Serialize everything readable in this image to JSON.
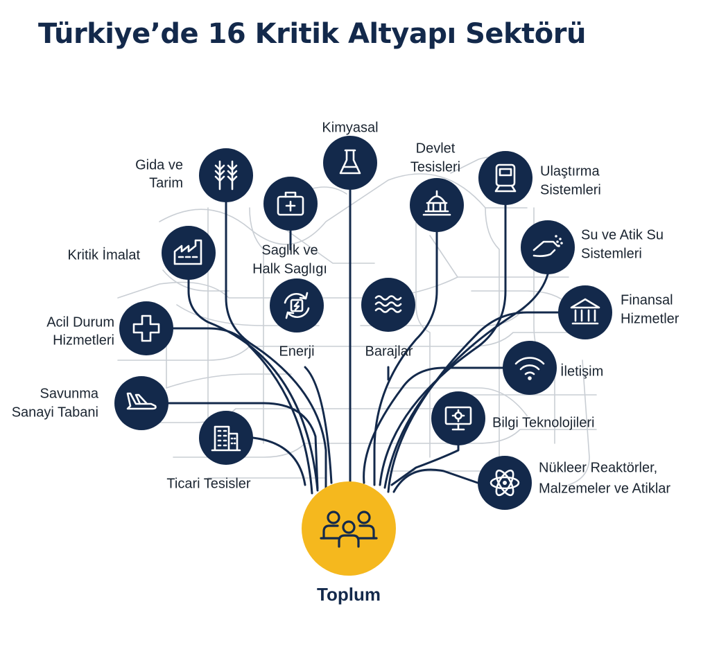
{
  "title": "Türkiye’de 16 Kritik Altyapı Sektörü",
  "center": {
    "label": "Toplum",
    "icon": "people-icon"
  },
  "colors": {
    "node": "#13294b",
    "center": "#f5b81e",
    "grid": "#c9ced4",
    "line": "#13294b"
  },
  "sectors": [
    {
      "id": "gida",
      "lines": [
        "Gida ve",
        "Tarim"
      ],
      "icon": "wheat-icon"
    },
    {
      "id": "saglik",
      "lines": [
        "Saglik ve",
        "Halk Saglıgı"
      ],
      "icon": "medkit-icon"
    },
    {
      "id": "kimyasal",
      "lines": [
        "Kimyasal"
      ],
      "icon": "flask-icon"
    },
    {
      "id": "devlet",
      "lines": [
        "Devlet",
        "Tesisleri"
      ],
      "icon": "capitol-icon"
    },
    {
      "id": "ulastirma",
      "lines": [
        "Ulaştırma",
        "Sistemleri"
      ],
      "icon": "train-icon"
    },
    {
      "id": "su",
      "lines": [
        "Su ve Atik Su",
        "Sistemleri"
      ],
      "icon": "water-tap-icon"
    },
    {
      "id": "imalat",
      "lines": [
        "Kritik İmalat"
      ],
      "icon": "factory-icon"
    },
    {
      "id": "finans",
      "lines": [
        "Finansal",
        "Hizmetler"
      ],
      "icon": "bank-icon"
    },
    {
      "id": "acil",
      "lines": [
        "Acil Durum",
        "Hizmetleri"
      ],
      "icon": "cross-icon"
    },
    {
      "id": "enerji",
      "lines": [
        "Enerji"
      ],
      "icon": "energy-cycle-icon"
    },
    {
      "id": "barajlar",
      "lines": [
        "Barajlar"
      ],
      "icon": "waves-icon"
    },
    {
      "id": "iletisim",
      "lines": [
        "İletişim"
      ],
      "icon": "wifi-icon"
    },
    {
      "id": "savunma",
      "lines": [
        "Savunma",
        "Sanayi Tabani"
      ],
      "icon": "airplane-icon"
    },
    {
      "id": "bilgi",
      "lines": [
        "Bilgi Teknolojileri"
      ],
      "icon": "monitor-gear-icon"
    },
    {
      "id": "ticari",
      "lines": [
        "Ticari Tesisler"
      ],
      "icon": "building-icon"
    },
    {
      "id": "nukleer",
      "lines": [
        "Nükleer Reaktörler,",
        "Malzemeler ve Atiklar"
      ],
      "icon": "atom-icon"
    }
  ]
}
